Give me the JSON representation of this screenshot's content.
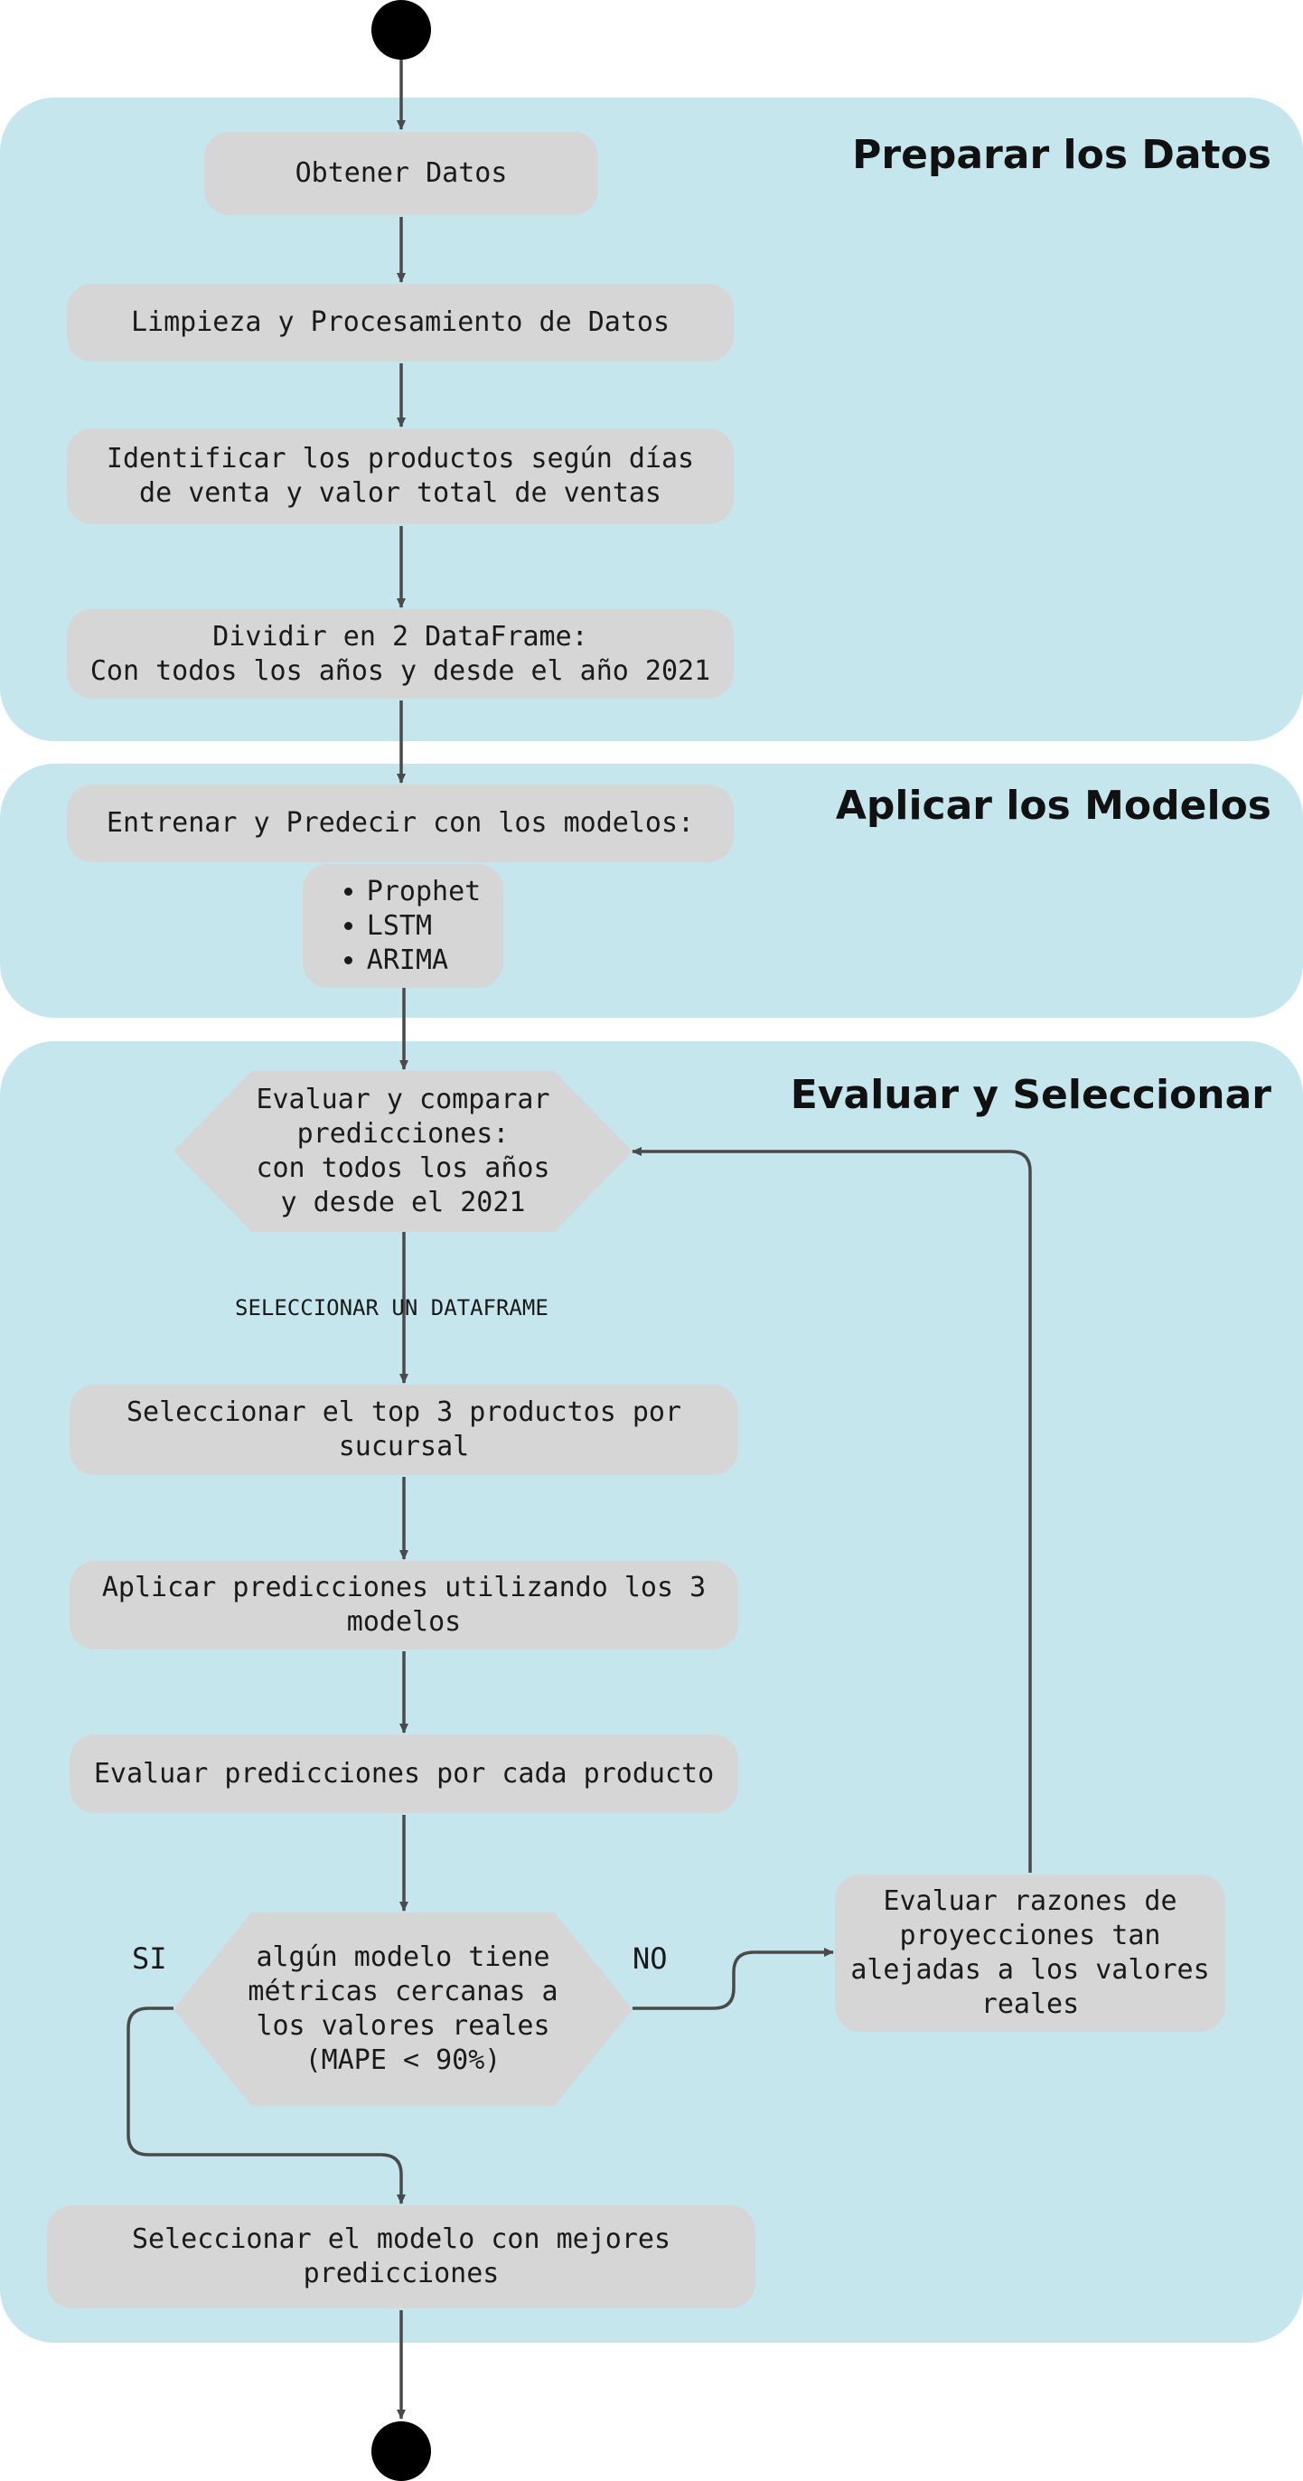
{
  "lanes": {
    "prepare": "Preparar los Datos",
    "apply": "Aplicar los Modelos",
    "evaluate": "Evaluar y Seleccionar"
  },
  "nodes": {
    "obtain": "Obtener Datos",
    "clean": "Limpieza y Procesamiento de Datos",
    "identify": "Identificar los productos según días\nde venta y valor total de ventas",
    "split": "Dividir en 2 DataFrame:\nCon todos los años y desde el año 2021",
    "train": "Entrenar y Predecir con los modelos:",
    "models": [
      "Prophet",
      "LSTM",
      "ARIMA"
    ],
    "evaluate_compare": "Evaluar  y comparar\npredicciones:\ncon todos los años\ny desde el 2021",
    "select_top": "Seleccionar el top 3 productos por\nsucursal",
    "apply_predictions": "Aplicar predicciones utilizando los 3\nmodelos",
    "evaluate_each": "Evaluar predicciones por cada producto",
    "decision": "algún modelo tiene\nmétricas cercanas a\nlos valores reales\n(MAPE < 90%)",
    "reasons": "Evaluar razones de\nproyecciones tan\nalejadas a los valores\nreales",
    "select_best": "Seleccionar el modelo con mejores\npredicciones"
  },
  "edges": {
    "select_dataframe": "SELECCIONAR UN DATAFRAME",
    "yes": "SI",
    "no": "NO"
  },
  "colors": {
    "lane_fill": "#c5e6ed",
    "node_fill": "#d6d6d6",
    "edge": "#4a4a4a",
    "terminal": "#000000"
  }
}
